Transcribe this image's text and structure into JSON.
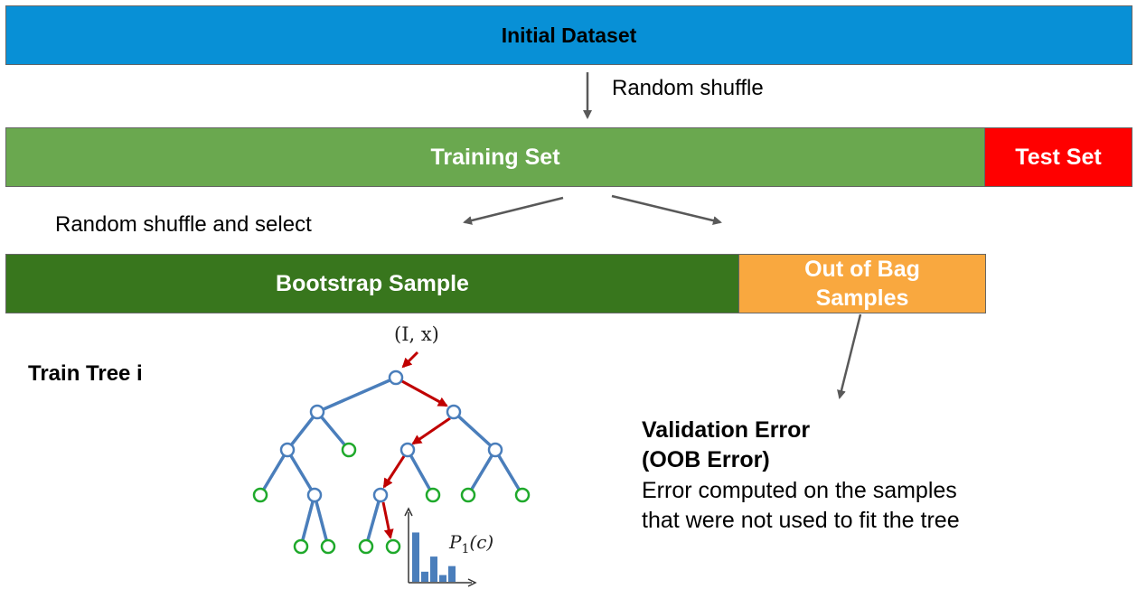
{
  "colors": {
    "initial": "#0890d6",
    "training": "#6aa84f",
    "test": "#ff0000",
    "bootstrap": "#38761d",
    "oob": "#f9a83f",
    "arrow": "#595959",
    "tree_edge": "#4a7ebb",
    "tree_path": "#c00000",
    "node_inner": "#4a7ebb",
    "node_leaf": "#1fa92b"
  },
  "bars": {
    "initial_dataset": "Initial Dataset",
    "training_set": "Training Set",
    "test_set": "Test Set",
    "bootstrap_sample": "Bootstrap Sample",
    "oob_samples": "Out of Bag Samples"
  },
  "labels": {
    "random_shuffle": "Random shuffle",
    "random_shuffle_select": "Random shuffle and select",
    "train_tree": "Train Tree i",
    "validation_error": "Validation Error",
    "oob_error": "(OOB Error)",
    "error_desc_line1": "Error computed on the samples",
    "error_desc_line2": "that were not used to fit the tree"
  },
  "tree": {
    "input_label": "(I, x)",
    "leaf_label": "P",
    "leaf_label_sub": "1",
    "leaf_label_arg": "(c)",
    "histogram": [
      0.88,
      0.18,
      0.45,
      0.12,
      0.28
    ]
  }
}
